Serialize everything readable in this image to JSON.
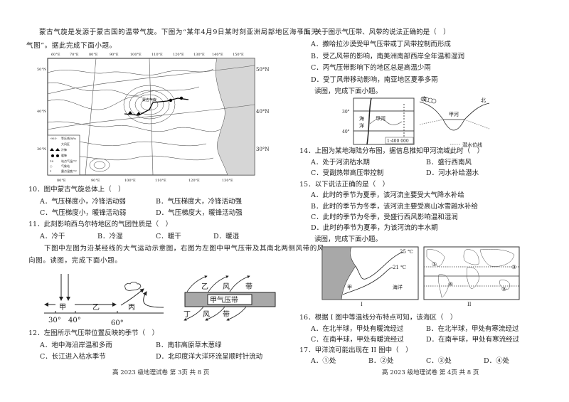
{
  "left_page": {
    "intro1_line1": "蒙古气旋是发源于蒙古国的温带气旋。下图为“某年4月9日某时刻亚洲局部地区海平面天",
    "intro1_line2": "气图”。据此完成下面小题。",
    "weather_map": {
      "top_lon_labels": [
        "60°E",
        "70°E",
        "80°E",
        "90°E",
        "100°E",
        "110°E",
        "120°E",
        "130°E",
        "140°E",
        "150°E"
      ],
      "bottom_lon_labels": [
        "80°E",
        "90°E",
        "100°E",
        "110°E",
        "120°E",
        "130°E"
      ],
      "lat_labels_left": [
        "50°N",
        "40°N",
        "30°N"
      ],
      "lat_labels_right": [
        "50°N",
        "40°N",
        "30°N"
      ],
      "center_label": "蒙古气旋",
      "legend": [
        "等压线/hPa",
        "大风区",
        "冷锋",
        "暖锋",
        "站点气温/℃",
        "气象站",
        "露点温度/℃"
      ],
      "legend_samples": [
        "-905-",
        "18",
        "○",
        "1"
      ]
    },
    "q10": {
      "stem": "10．图中蒙古气旋总体上（　）",
      "options": [
        "A．气压梯度小，冷锋活动弱",
        "B．气压梯度大，冷锋活动强",
        "C．气压梯度小，暖锋活动弱",
        "D．气压梯度大，暖锋活动强"
      ]
    },
    "q11": {
      "stem": "11．此刻影响西乌尔特地区的气团性质是（　）",
      "options": [
        "A．冷干",
        "B．冷湿",
        "C．暖干",
        "D．暖湿"
      ]
    },
    "intro2_line1": "下图中左图为沿某经线的大气运动示意图，右图为左图中甲气压带及其南北两侧风带的风",
    "intro2_line2": "向图。读图，完成下面小题。",
    "circulation_fig": {
      "labels": [
        "甲",
        "乙",
        "丙"
      ],
      "lat_ticks": [
        "30°",
        "40°",
        "60°"
      ]
    },
    "wind_fig": {
      "top_label": [
        "乙",
        "风",
        "带"
      ],
      "center_label": "甲气压带",
      "bottom_label": [
        "丁",
        "风",
        "带"
      ]
    },
    "q12": {
      "stem": "12．左图所示气压带位置反映的季节（　）",
      "options": [
        "A．地中海沿岸温和多雨",
        "B．南非高原草木葱绿",
        "C．长江进入枯水季节",
        "D．北印度洋大洋环流呈顺时针流动"
      ]
    },
    "footer": "高 2023 级地理试卷  第 3页  共 8 页"
  },
  "right_page": {
    "q13": {
      "stem": "13．关于图示气压带、风带的说法正确的是（　）",
      "options": [
        "A．撒哈拉沙漠受甲气压带或丁风带控制而形成",
        "B．受乙风带的影响，南美洲南部西岸全年温和湿润",
        "C．丙气压带影响下的地区总是高温少雨",
        "D．受丁风带移动影响，南亚地区夏季多雨"
      ]
    },
    "read1": "读图，完成下面小题。",
    "land_sea_map": {
      "lat_labels": [
        "30°",
        "40°"
      ],
      "ocean_label": [
        "海",
        "洋"
      ],
      "river_label": "甲河",
      "scale": "1:400 000"
    },
    "cross_section": {
      "south": "南",
      "north": "北",
      "river": "甲河",
      "legend": "潜水位线"
    },
    "q14": {
      "stem": "14．上图为某地海陆分布图，据信息推知甲河流域此时（　）",
      "options": [
        "A．处于河流枯水期",
        "B．盛行西南风",
        "C．受副热带高压带控制",
        "D．河水补给潜水"
      ]
    },
    "q15": {
      "stem": "15．以下说法正确的是（　）",
      "options": [
        "A．此时的季节为夏季，该河流主要受大气降水补给",
        "B．此时的季节为冬季，该河流主要受高山冰雪融水补给",
        "C．此时的季节为冬季，受盛行西风影响温和湿润",
        "D．此时的季节为夏季，为该河流的丰水期"
      ]
    },
    "read2": "读图，完成下面小题。",
    "fig_I": {
      "isotherms": [
        "25 ℃",
        "21 ℃"
      ],
      "label_jia": "甲",
      "ocean": "海洋",
      "caption": "I"
    },
    "fig_II": {
      "markers": [
        "①",
        "②",
        "③",
        "④"
      ],
      "caption": "II"
    },
    "q16": {
      "stem": "16．根据 I 图中等温线分布特点可知，该海区（　）",
      "options": [
        "A．在北半球，甲处有暖流经过",
        "B．在北半球，甲处有寒流经过",
        "C．在南半球，甲处有暖流经过",
        "D．在南半球，甲处有寒流经过"
      ]
    },
    "q17": {
      "stem": "17．甲洋流可能出现在 II 图中（　）",
      "options": [
        "A．①处",
        "B．②处",
        "C．③处",
        "D．④处"
      ]
    },
    "footer": "高 2023 级地理试卷  第 4页  共 8 页"
  }
}
